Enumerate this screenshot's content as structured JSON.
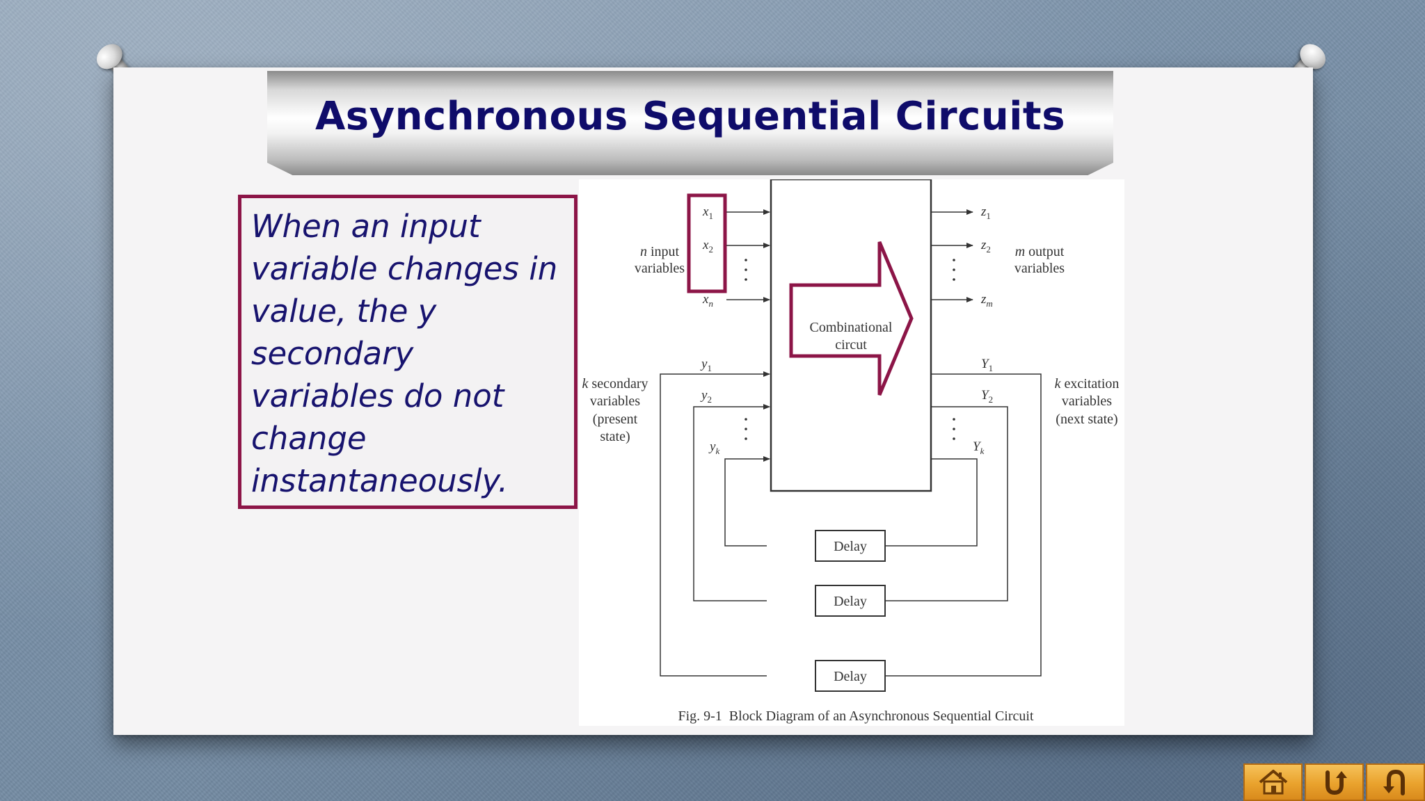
{
  "slide": {
    "title": "Asynchronous Sequential Circuits",
    "callout_text": "When an input variable changes in value, the y secondary variables do not change instantaneously."
  },
  "diagram": {
    "combinational_label_line1": "Combinational",
    "combinational_label_line2": "circut",
    "inputs": {
      "x1": "x",
      "x1_sub": "1",
      "x2": "x",
      "x2_sub": "2",
      "xn": "x",
      "xn_sub": "n",
      "group_label_line1_var": "n",
      "group_label_line1_rest": " input",
      "group_label_line2": "variables"
    },
    "outputs": {
      "z1": "z",
      "z1_sub": "1",
      "z2": "z",
      "z2_sub": "2",
      "zm": "z",
      "zm_sub": "m",
      "group_label_line1_var": "m",
      "group_label_line1_rest": " output",
      "group_label_line2": "variables"
    },
    "secondary": {
      "y1": "y",
      "y1_sub": "1",
      "y2": "y",
      "y2_sub": "2",
      "yk": "y",
      "yk_sub": "k",
      "label_line1_var": "k",
      "label_line1_rest": " secondary",
      "label_line2": "variables",
      "label_line3": "(present",
      "label_line4": "state)"
    },
    "excitation": {
      "Y1": "Y",
      "Y1_sub": "1",
      "Y2": "Y",
      "Y2_sub": "2",
      "Yk": "Y",
      "Yk_sub": "k",
      "label_line1_var": "k",
      "label_line1_rest": " excitation",
      "label_line2": "variables",
      "label_line3": "(next state)"
    },
    "delay_label": "Delay",
    "caption": "Fig. 9-1  Block Diagram of an Asynchronous Sequential Circuit",
    "highlight_color": "#8c1547"
  },
  "nav": {
    "buttons": [
      "home-icon",
      "return-icon",
      "back-icon"
    ]
  },
  "colors": {
    "title": "#0f0c6a",
    "callout_text": "#17136e",
    "callout_border": "#8c1547",
    "nav_button": "#e9a22d"
  }
}
